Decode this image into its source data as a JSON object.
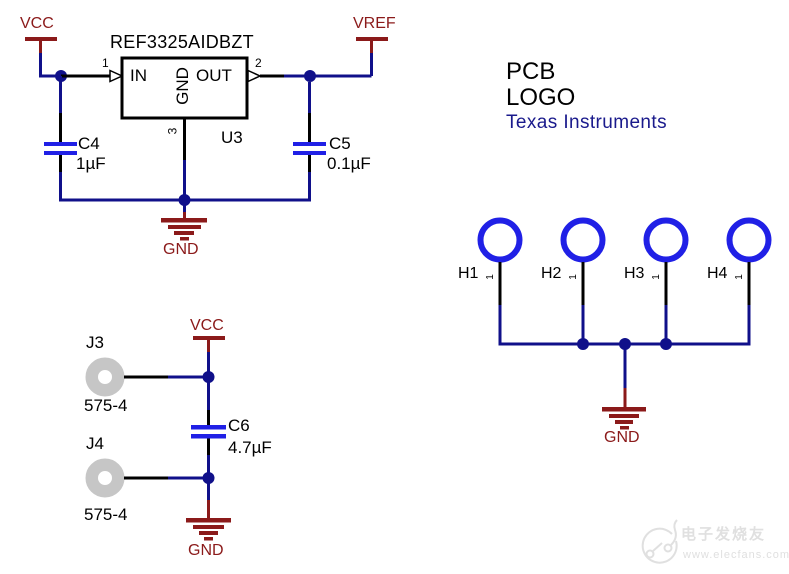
{
  "colors": {
    "wire": "#10108A",
    "power": "#8B1A1A",
    "blue": "#2020E6",
    "pad_gray": "#C6C6C6",
    "brand_navy": "#1A1A8C",
    "watermark": "#E0E0E0"
  },
  "regulator": {
    "part_number": "REF3325AIDBZT",
    "refdes": "U3",
    "pin_in": "IN",
    "pin_gnd": "GND",
    "pin_out": "OUT",
    "pin1_num": "1",
    "pin2_num": "2",
    "pin3_num": "3",
    "net_vcc": "VCC",
    "net_vref": "VREF",
    "net_gnd": "GND",
    "c4_ref": "C4",
    "c4_value": "1µF",
    "c5_ref": "C5",
    "c5_value": "0.1µF"
  },
  "logo_block": {
    "line1": "PCB",
    "line2": "LOGO",
    "brand": "Texas Instruments"
  },
  "mounting": {
    "holes": [
      {
        "ref": "H1",
        "pin": "1"
      },
      {
        "ref": "H2",
        "pin": "1"
      },
      {
        "ref": "H3",
        "pin": "1"
      },
      {
        "ref": "H4",
        "pin": "1"
      }
    ],
    "net_gnd": "GND"
  },
  "jumpers": {
    "net_vcc": "VCC",
    "net_gnd": "GND",
    "j3_ref": "J3",
    "j3_value": "575-4",
    "j4_ref": "J4",
    "j4_value": "575-4",
    "c6_ref": "C6",
    "c6_value": "4.7µF"
  },
  "watermark": {
    "title": "电子发烧友",
    "url": "www.elecfans.com"
  }
}
